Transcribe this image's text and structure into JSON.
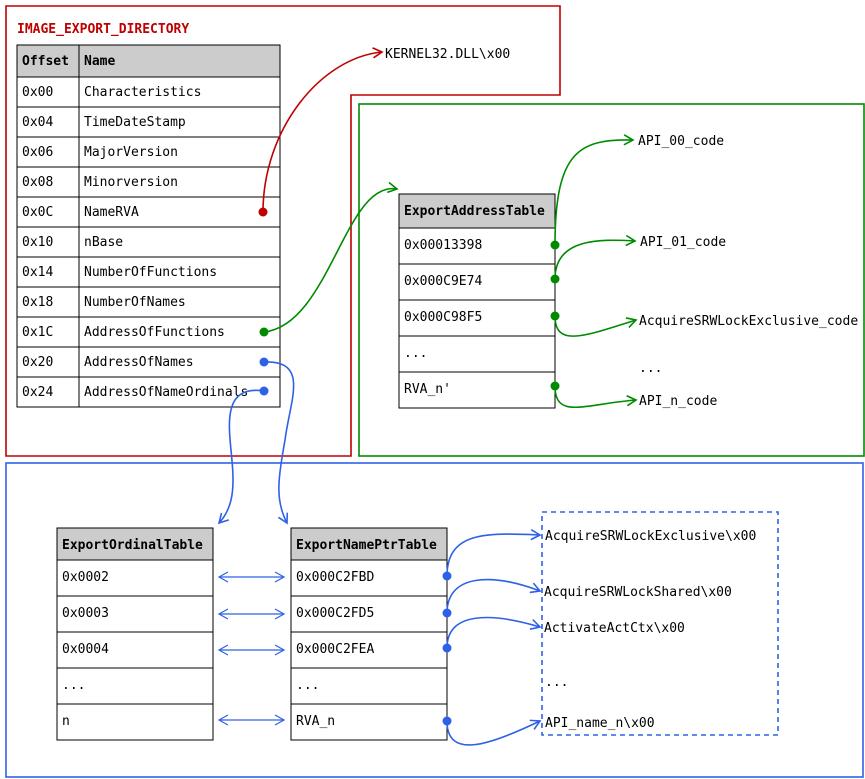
{
  "colors": {
    "red": "#c00000",
    "green": "#008a00",
    "blue": "#2e62e6",
    "header_fill": "#cccccc"
  },
  "export_directory": {
    "title": "IMAGE_EXPORT_DIRECTORY",
    "headers": [
      "Offset",
      "Name"
    ],
    "rows": [
      [
        "0x00",
        "Characteristics"
      ],
      [
        "0x04",
        "TimeDateStamp"
      ],
      [
        "0x06",
        "MajorVersion"
      ],
      [
        "0x08",
        "Minorversion"
      ],
      [
        "0x0C",
        "NameRVA"
      ],
      [
        "0x10",
        "nBase"
      ],
      [
        "0x14",
        "NumberOfFunctions"
      ],
      [
        "0x18",
        "NumberOfNames"
      ],
      [
        "0x1C",
        "AddressOfFunctions"
      ],
      [
        "0x20",
        "AddressOfNames"
      ],
      [
        "0x24",
        "AddressOfNameOrdinals"
      ]
    ],
    "name_string": "KERNEL32.DLL\\x00"
  },
  "export_address_table": {
    "header": "ExportAddressTable",
    "rows": [
      "0x00013398",
      "0x000C9E74",
      "0x000C98F5",
      "...",
      "RVA_n'"
    ],
    "targets": [
      "API_00_code",
      "API_01_code",
      "AcquireSRWLockExclusive_code",
      "...",
      "API_n_code"
    ]
  },
  "export_ordinal_table": {
    "header": "ExportOrdinalTable",
    "rows": [
      "0x0002",
      "0x0003",
      "0x0004",
      "...",
      "n"
    ]
  },
  "export_name_ptr_table": {
    "header": "ExportNamePtrTable",
    "rows": [
      "0x000C2FBD",
      "0x000C2FD5",
      "0x000C2FEA",
      "...",
      "RVA_n"
    ],
    "strings": [
      "AcquireSRWLockExclusive\\x00",
      "AcquireSRWLockShared\\x00",
      "ActivateActCtx\\x00",
      "...",
      "API_name_n\\x00"
    ]
  }
}
